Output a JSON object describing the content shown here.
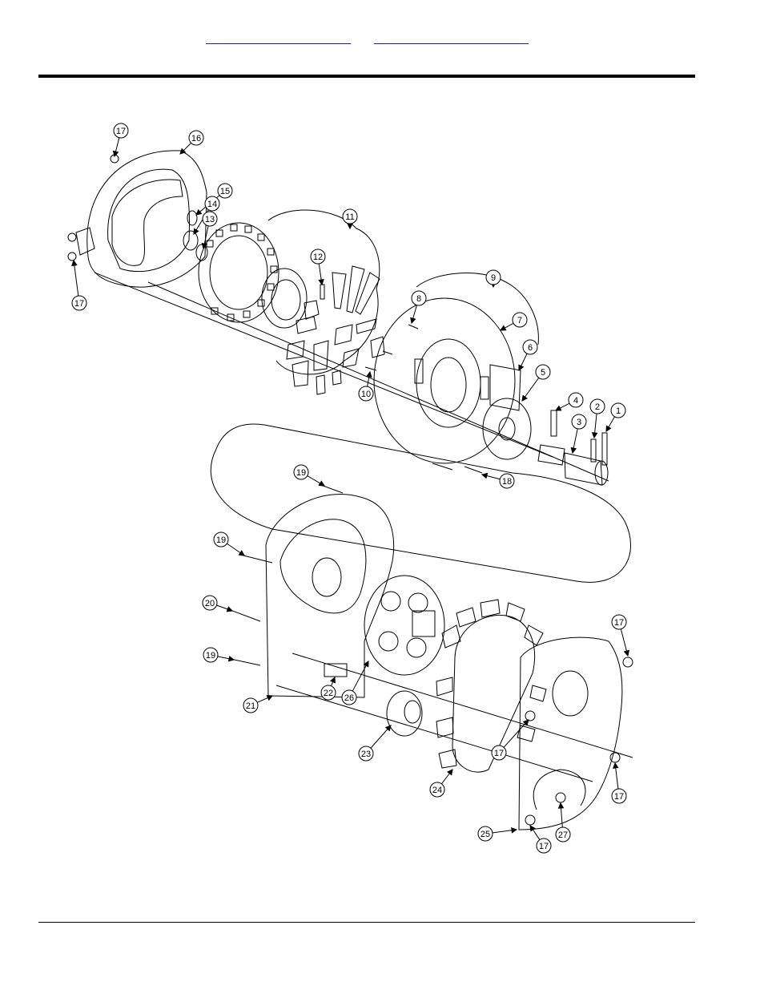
{
  "header": {
    "link_a": "",
    "link_b": ""
  },
  "callouts": [
    {
      "id": "c17a",
      "label": "17"
    },
    {
      "id": "c16",
      "label": "16"
    },
    {
      "id": "c15",
      "label": "15"
    },
    {
      "id": "c14",
      "label": "14"
    },
    {
      "id": "c13",
      "label": "13"
    },
    {
      "id": "c11",
      "label": "11"
    },
    {
      "id": "c12",
      "label": "12"
    },
    {
      "id": "c17b",
      "label": "17"
    },
    {
      "id": "c9",
      "label": "9"
    },
    {
      "id": "c8",
      "label": "8"
    },
    {
      "id": "c7",
      "label": "7"
    },
    {
      "id": "c6",
      "label": "6"
    },
    {
      "id": "c5",
      "label": "5"
    },
    {
      "id": "c4",
      "label": "4"
    },
    {
      "id": "c3",
      "label": "3"
    },
    {
      "id": "c2",
      "label": "2"
    },
    {
      "id": "c1",
      "label": "1"
    },
    {
      "id": "c10",
      "label": "10"
    },
    {
      "id": "c18",
      "label": "18"
    },
    {
      "id": "c19a",
      "label": "19"
    },
    {
      "id": "c19b",
      "label": "19"
    },
    {
      "id": "c20",
      "label": "20"
    },
    {
      "id": "c19c",
      "label": "19"
    },
    {
      "id": "c21",
      "label": "21"
    },
    {
      "id": "c22",
      "label": "22"
    },
    {
      "id": "c26",
      "label": "26"
    },
    {
      "id": "c23",
      "label": "23"
    },
    {
      "id": "c24",
      "label": "24"
    },
    {
      "id": "c17c",
      "label": "17"
    },
    {
      "id": "c17d",
      "label": "17"
    },
    {
      "id": "c17e",
      "label": "17"
    },
    {
      "id": "c25",
      "label": "25"
    },
    {
      "id": "c17f",
      "label": "17"
    },
    {
      "id": "c27",
      "label": "27"
    }
  ]
}
